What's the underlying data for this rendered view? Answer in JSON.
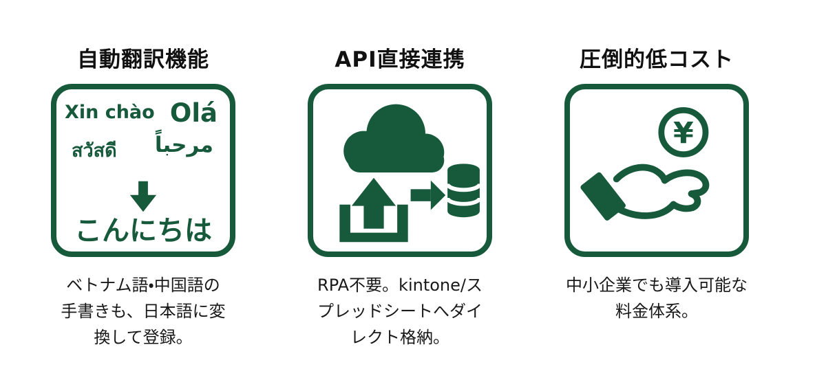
{
  "theme": {
    "accent_green": "#17593B",
    "title_color": "#111111",
    "body_text_color": "#191919",
    "background": "#FFFFFF"
  },
  "features": [
    {
      "title": "自動翻訳機能",
      "icon": "translation-greetings-icon",
      "icon_words": {
        "vietnamese": "Xin chào",
        "portuguese": "Olá",
        "thai": "สวัสดี",
        "arabic": "مرحباً",
        "japanese_result": "こんにちは"
      },
      "description_lines": [
        "ベトナム語・中国語の",
        "手書きも、日本語に変",
        "換して登録。"
      ]
    },
    {
      "title": "API直接連携",
      "icon": "cloud-upload-database-icon",
      "description_lines": [
        "RPA不要。kintone/ス",
        "プレッドシートへダイ",
        "レクト格納。"
      ]
    },
    {
      "title": "圧倒的低コスト",
      "icon": "hand-coin-icon",
      "coin_symbol": "¥",
      "description_lines": [
        "中小企業でも導入可能な",
        "料金体系。"
      ]
    }
  ]
}
